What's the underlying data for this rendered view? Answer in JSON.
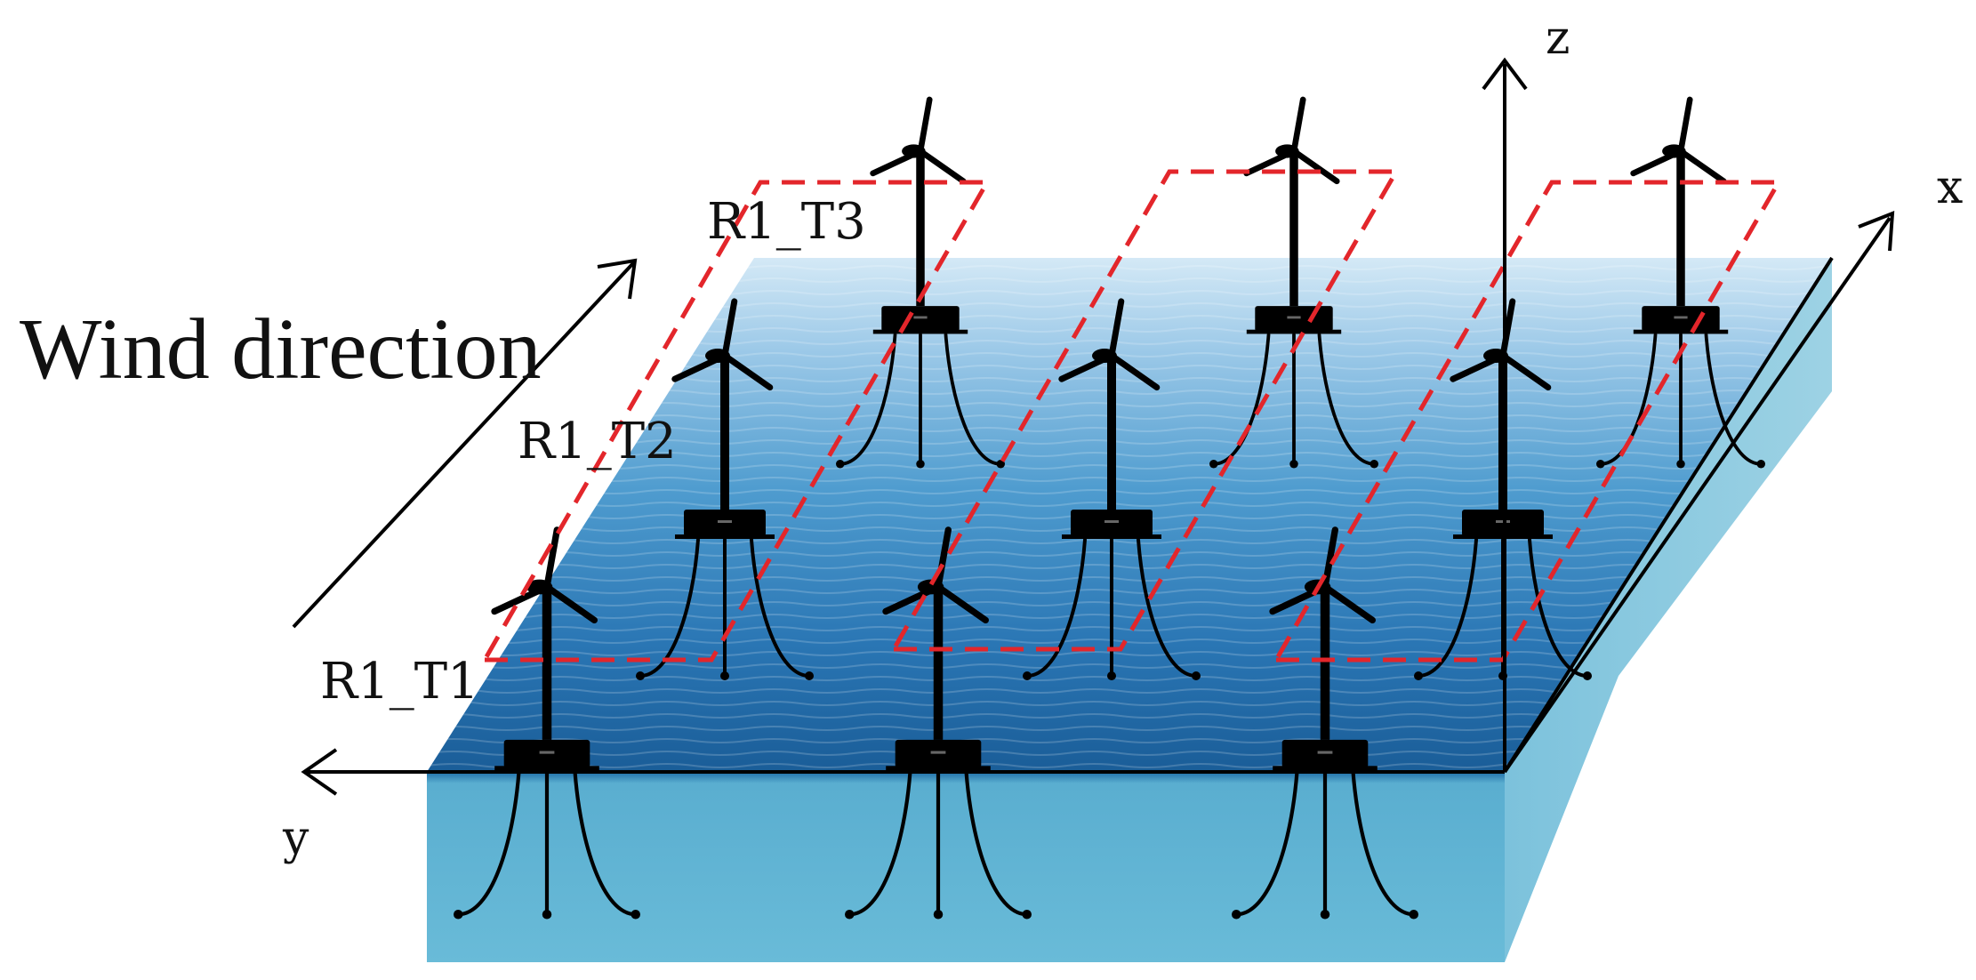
{
  "axes": {
    "x": "x",
    "y": "y",
    "z": "z"
  },
  "wind_direction_label": "Wind direction",
  "turbine_labels": [
    "R1_T1",
    "R1_T2",
    "R1_T3"
  ],
  "colors": {
    "sea_top": "#cfe6f4",
    "sea_mid": "#3f8ec4",
    "sea_deep": "#1c5f98",
    "slab_front": "#5fb3d3",
    "slab_side": "#8ccbe0",
    "dashed_region": "#e3262b",
    "ink": "#000000"
  },
  "icons": [
    "floating-wind-turbine-icon",
    "mooring-line-icon",
    "axis-arrow-icon"
  ]
}
